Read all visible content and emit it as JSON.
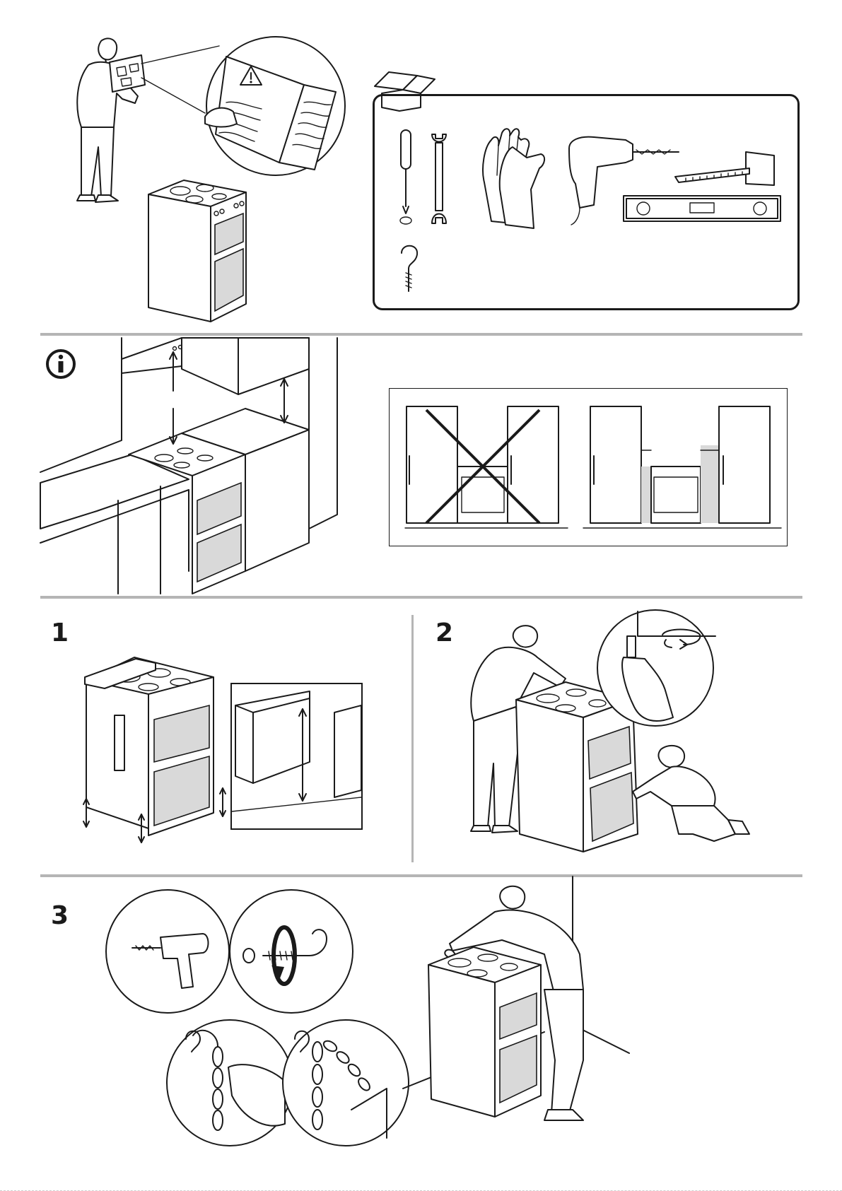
{
  "steps": {
    "one": "1",
    "two": "2",
    "three": "3"
  },
  "icons": {
    "info": "info-circle-icon",
    "warning": "warning-triangle-icon",
    "toolbox": "toolbox-icon"
  },
  "colors": {
    "line": "#1a1a1a",
    "separator": "#b5b5b5",
    "shade": "#d9d9d9"
  }
}
